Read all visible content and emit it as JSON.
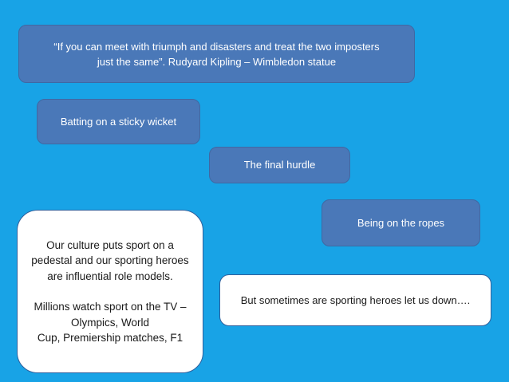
{
  "quote": {
    "line1": "“If you can meet with triumph and disasters and treat the two imposters",
    "line2": "just the same”. Rudyard Kipling – Wimbledon statue"
  },
  "idioms": {
    "sticky_wicket": "Batting on a sticky wicket",
    "final_hurdle": "The final hurdle",
    "on_the_ropes": "Being on the ropes"
  },
  "culture_box": {
    "paragraph1_lines": [
      "Our culture puts sport on a",
      "pedestal and our sporting heroes",
      "are influential role models."
    ],
    "paragraph2_lines": [
      "Millions watch sport on the TV –",
      "Olympics, World",
      "Cup, Premiership matches, F1"
    ]
  },
  "letdown_box": {
    "text": "But sometimes are sporting heroes let us down…."
  }
}
